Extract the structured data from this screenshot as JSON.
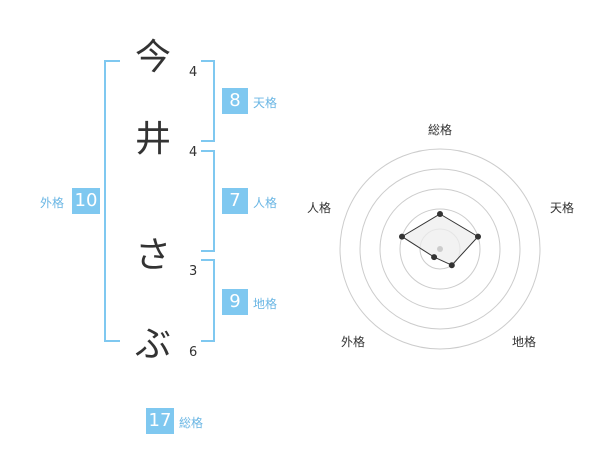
{
  "name": {
    "chars": [
      {
        "char": "今",
        "strokes": "4"
      },
      {
        "char": "井",
        "strokes": "4"
      },
      {
        "char": "さ",
        "strokes": "3"
      },
      {
        "char": "ぶ",
        "strokes": "6"
      }
    ]
  },
  "fortunes": {
    "tenkaku": {
      "label": "天格",
      "value": "8"
    },
    "jinkaku": {
      "label": "人格",
      "value": "7"
    },
    "chikaku": {
      "label": "地格",
      "value": "9"
    },
    "gaikaku": {
      "label": "外格",
      "value": "10"
    },
    "soukaku": {
      "label": "総格",
      "value": "17"
    }
  },
  "radar": {
    "axes": [
      "総格",
      "天格",
      "地格",
      "外格",
      "人格"
    ],
    "levels": [
      0.35,
      0.4,
      0.2,
      0.1,
      0.4
    ],
    "colors": {
      "ring": "#cccccc",
      "fill": "#eeeeee",
      "line": "#333333",
      "center": "#cccccc"
    }
  }
}
